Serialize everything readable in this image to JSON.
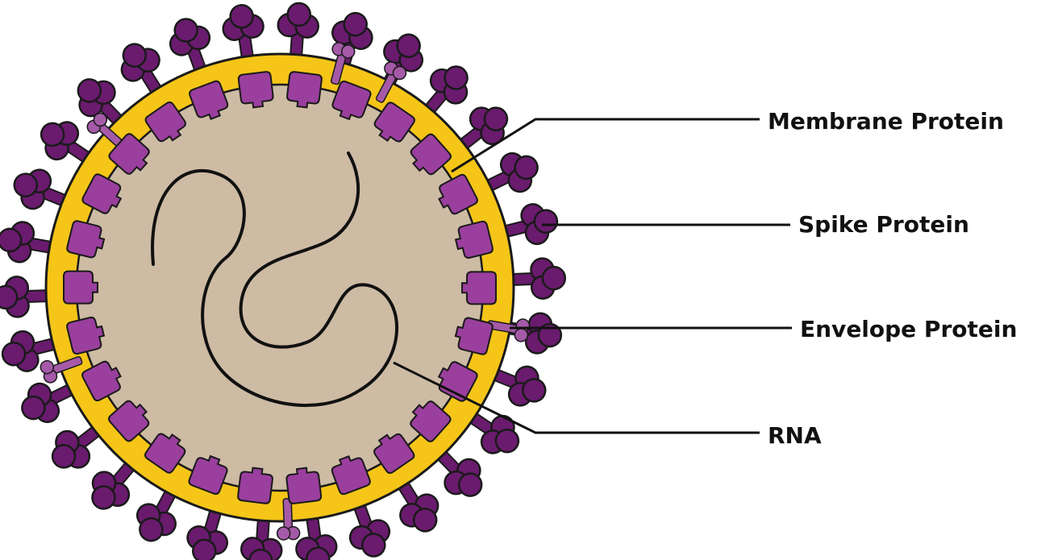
{
  "labels": {
    "membrane": "Membrane Protein",
    "spike": "Spike Protein",
    "envelope": "Envelope Protein",
    "rna": "RNA"
  },
  "colors": {
    "background": "#ffffff",
    "core": "#cdbba4",
    "envelope_layer": "#f5c518",
    "membrane_protein": "#9a3f9d",
    "spike_protein": "#6a1b6e",
    "envelope_protein": "#a55aa8",
    "outline": "#1a1a1a"
  },
  "icons": [
    "coronavirus-virion",
    "spike-protein",
    "membrane-protein",
    "envelope-protein",
    "rna-strand"
  ]
}
